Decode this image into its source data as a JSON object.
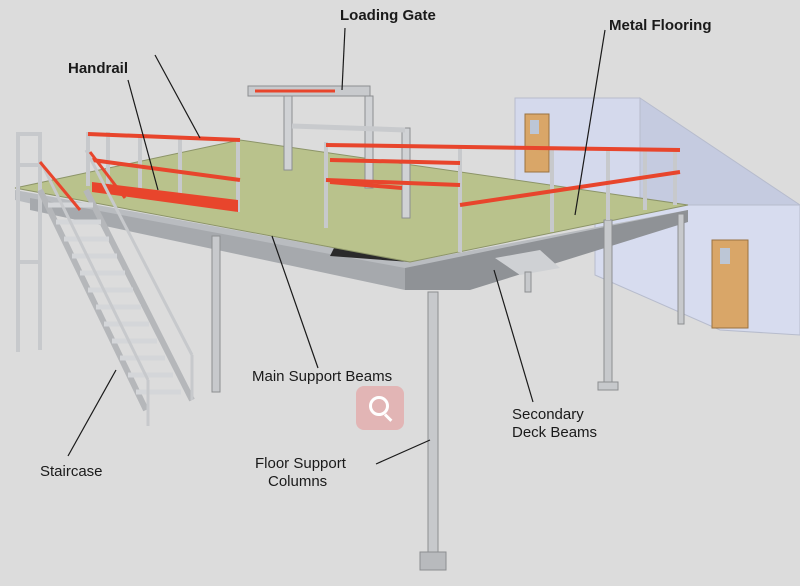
{
  "labels": {
    "loading_gate": "Loading Gate",
    "metal_flooring": "Metal Flooring",
    "handrail": "Handrail",
    "main_support_beams": "Main Support Beams",
    "secondary_deck_beams_line1": "Secondary",
    "secondary_deck_beams_line2": "Deck Beams",
    "staircase": "Staircase",
    "floor_support_columns_line1": "Floor Support",
    "floor_support_columns_line2": "Columns"
  },
  "colors": {
    "background": "#dcdcdc",
    "deck": "#b9c28c",
    "rail": "#e8452c",
    "steel": "#c7c9cc",
    "wall": "#d7dcef",
    "door": "#d9a668",
    "badge": "#e89a9a"
  },
  "icons": {
    "search": "search-icon"
  }
}
